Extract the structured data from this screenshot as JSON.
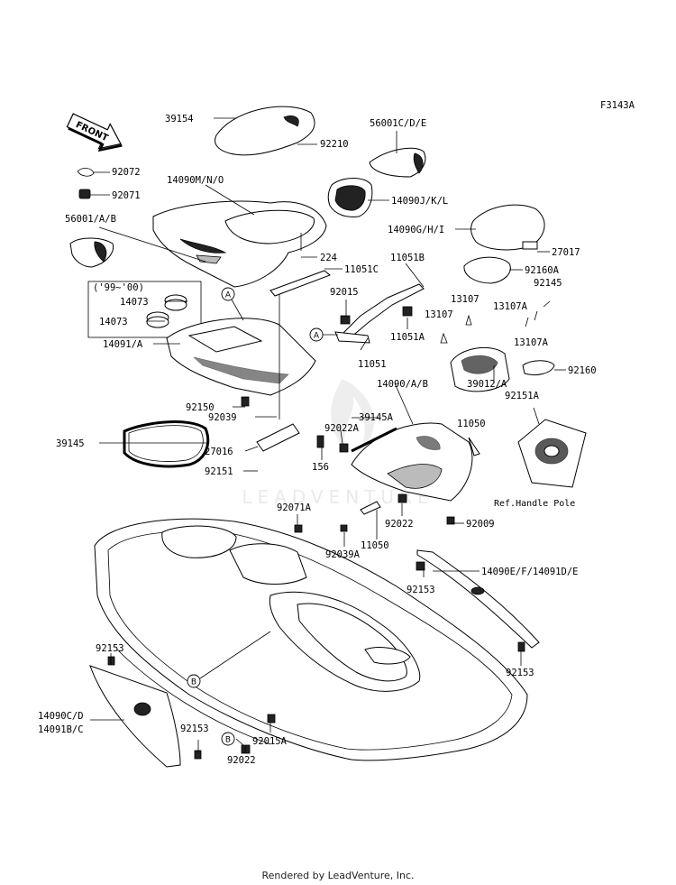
{
  "figure_code": "F3143A",
  "front_label": "FRONT",
  "ref_note": "Ref.Handle Pole",
  "year_note": "('99~'00)",
  "watermark": "LEADVENTURE",
  "footer": "Rendered by LeadVenture, Inc.",
  "callouts": {
    "a": "A",
    "b": "B"
  },
  "parts": {
    "p39154": "39154",
    "p56001cde": "56001C/D/E",
    "p92210": "92210",
    "p92072": "92072",
    "p92071": "92071",
    "p14090mno": "14090M/N/O",
    "p14090jkl": "14090J/K/L",
    "p56001ab": "56001/A/B",
    "p14090ghi": "14090G/H/I",
    "p27017": "27017",
    "p224": "224",
    "p11051c": "11051C",
    "p11051b": "11051B",
    "p92160a": "92160A",
    "p92145": "92145",
    "p14073a": "14073",
    "p14073b": "14073",
    "p92015": "92015",
    "p13107a": "13107",
    "p13107b": "13107",
    "p13107A1": "13107A",
    "p13107A2": "13107A",
    "p11051a": "11051A",
    "p14091a": "14091/A",
    "p11051": "11051",
    "p92160": "92160",
    "p92150": "92150",
    "p14090ab": "14090/A/B",
    "p39012a": "39012/A",
    "p92151a": "92151A",
    "p92039": "92039",
    "p39145a": "39145A",
    "p92022a": "92022A",
    "p11050a": "11050",
    "p39145": "39145",
    "p27016": "27016",
    "p156": "156",
    "p92151": "92151",
    "p92022b": "92022",
    "p92009": "92009",
    "p92071a": "92071A",
    "p92039a": "92039A",
    "p11050b": "11050",
    "p92153a": "92153",
    "p14090ef": "14090E/F/14091D/E",
    "p92153b": "92153",
    "p92153c": "92153",
    "p14090cd": "14090C/D",
    "p14091bc": "14091B/C",
    "p92153d": "92153",
    "p92022c": "92022",
    "p92015a": "92015A"
  }
}
